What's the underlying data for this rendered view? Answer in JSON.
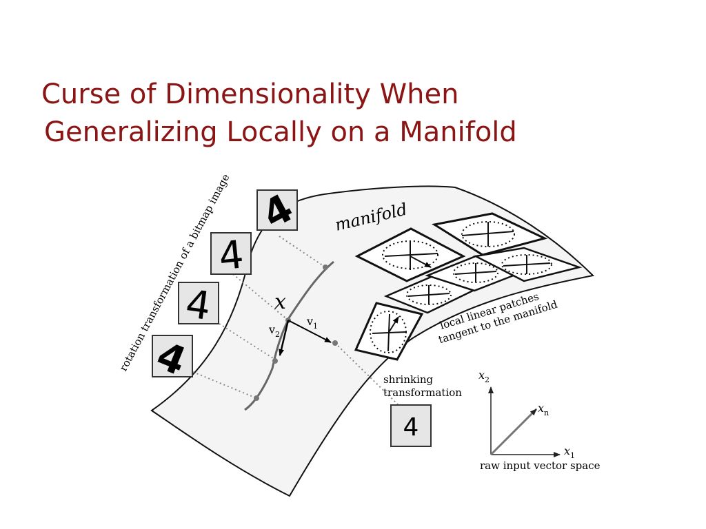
{
  "slide": {
    "title_line1": "Curse of Dimensionality When",
    "title_line2": "Generalizing Locally on a Manifold"
  },
  "diagram": {
    "manifold_label": "manifold",
    "rotation_label": "rotation transformation of a bitmap image",
    "point_label": "x",
    "v1_label": "v",
    "v1_sub": "1",
    "v2_label": "v",
    "v2_sub": "2",
    "patches_label_line1": "local linear patches",
    "patches_label_line2": "tangent to the manifold",
    "shrink_label_line1": "shrinking",
    "shrink_label_line2": "transformation",
    "digit": "4",
    "axes": {
      "x2_label": "x",
      "x2_sub": "2",
      "xn_label": "x",
      "xn_sub": "n",
      "x1_label": "x",
      "x1_sub": "1",
      "caption": "raw input vector space"
    }
  },
  "colors": {
    "title": "#8b1414",
    "manifold_fill": "#f4f4f4",
    "digit_box_fill": "#e6e6e6"
  }
}
